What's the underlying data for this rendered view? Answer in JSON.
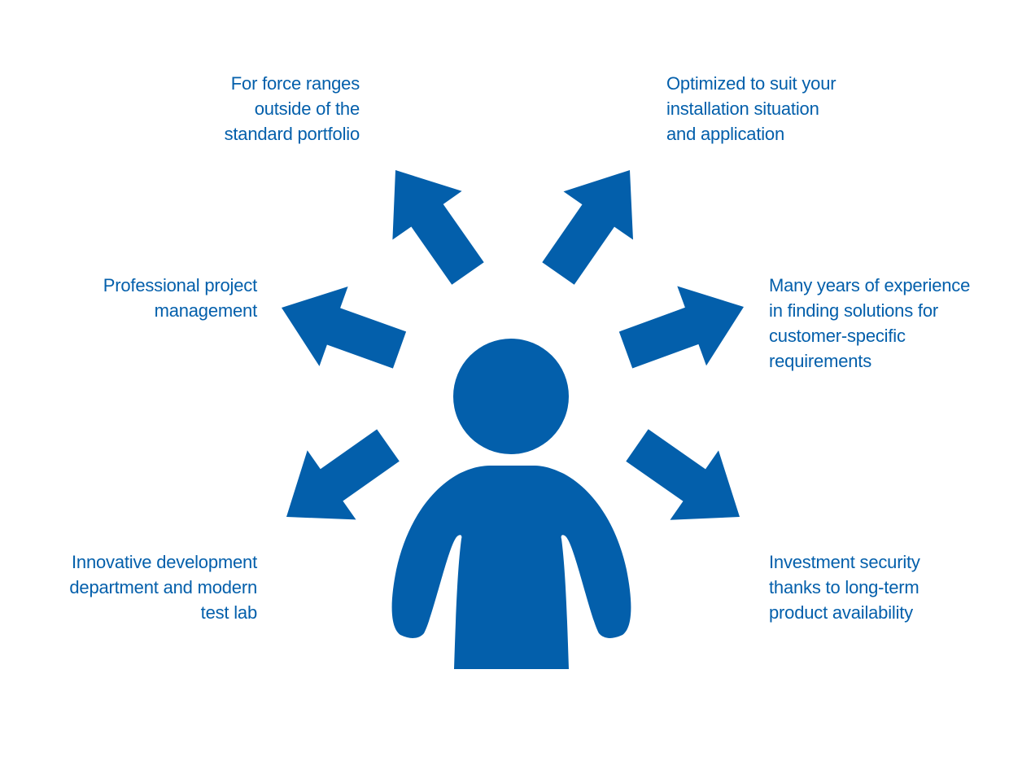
{
  "colors": {
    "primary": "#035fab",
    "background": "#ffffff"
  },
  "labels": {
    "top_left": [
      "For force ranges",
      "outside of the",
      "standard portfolio"
    ],
    "top_right": [
      "Optimized to suit your",
      "installation situation",
      "and application"
    ],
    "mid_left": [
      "Professional project",
      "management"
    ],
    "mid_right": [
      "Many years of experience",
      "in finding solutions for",
      "customer-specific",
      "requirements"
    ],
    "bottom_left": [
      "Innovative development",
      "department and modern",
      "test lab"
    ],
    "bottom_right": [
      "Investment security",
      "thanks to long-term",
      "product availability"
    ]
  }
}
